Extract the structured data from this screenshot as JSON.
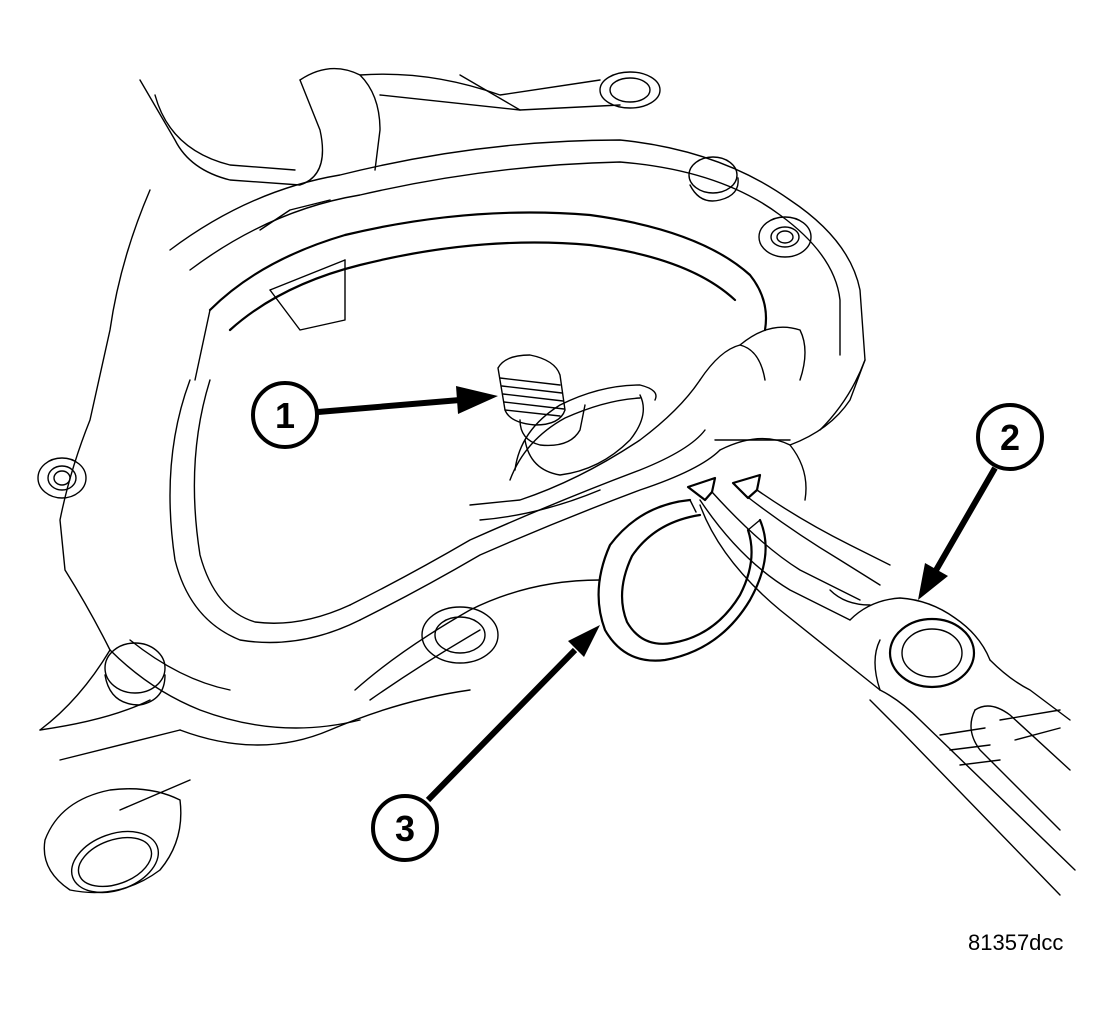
{
  "callouts": [
    {
      "number": "1"
    },
    {
      "number": "2"
    },
    {
      "number": "3"
    }
  ],
  "figure_id": "81357dcc"
}
